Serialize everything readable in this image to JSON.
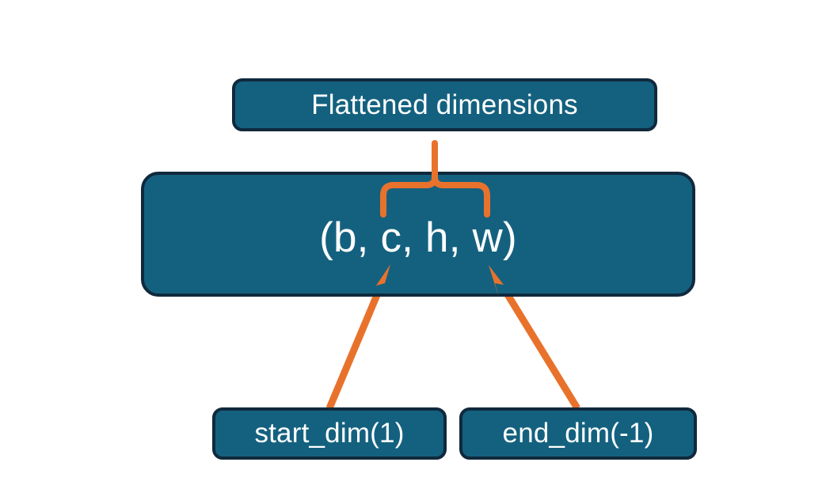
{
  "diagram": {
    "title_node": {
      "label": "Flattened dimensions",
      "name": "flattened-dimensions-box"
    },
    "shape_node": {
      "label": "(b, c, h, w)",
      "name": "tensor-shape-box"
    },
    "start_node": {
      "label": "start_dim(1)",
      "name": "start-dim-box"
    },
    "end_node": {
      "label": "end_dim(-1)",
      "name": "end-dim-box"
    },
    "connectors": {
      "brace": {
        "name": "flatten-range-brace",
        "description": "downward curly brace spanning c..w with upward spike to Flattened dimensions"
      },
      "start_arrow": {
        "name": "start-dim-arrow",
        "description": "arrow from start_dim(1) up to the c dimension"
      },
      "end_arrow": {
        "name": "end-dim-arrow",
        "description": "arrow from end_dim(-1) up to the w dimension"
      }
    },
    "colors": {
      "node_fill": "#14617f",
      "node_border": "#10293d",
      "node_text": "#ffffff",
      "connector": "#e8722c",
      "background": "#ffffff"
    }
  }
}
